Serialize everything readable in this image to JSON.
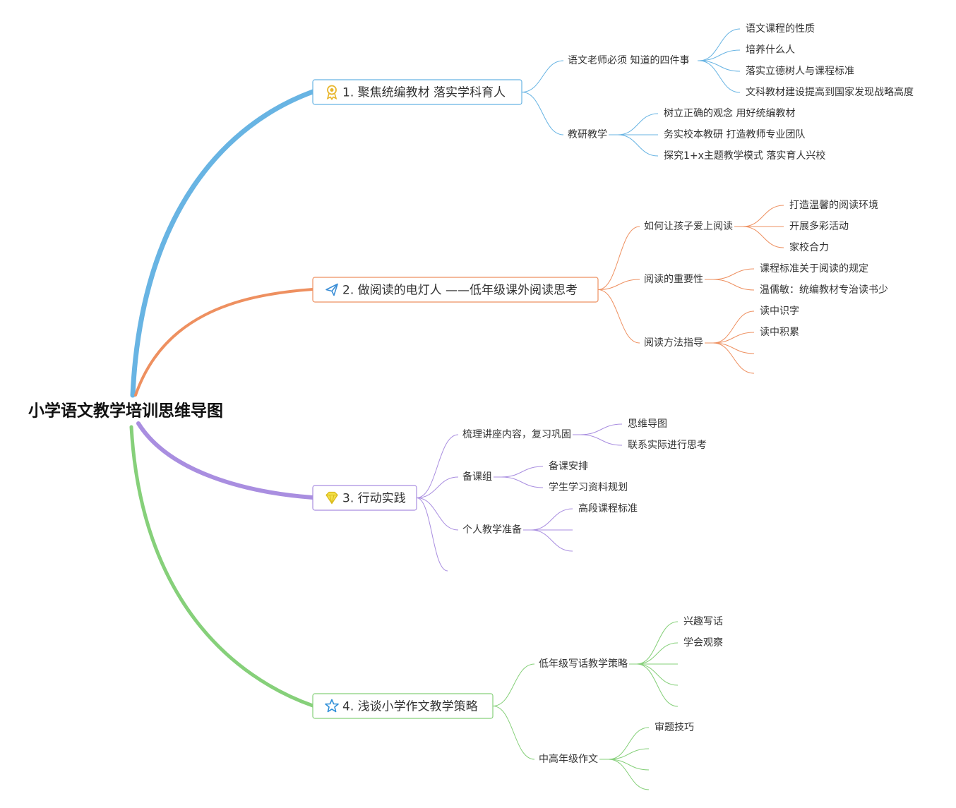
{
  "root": "小学语文教学培训思维导图",
  "branches": [
    {
      "label": "1. 聚焦统编教材 落实学科育人",
      "icon": "ribbon-award-icon",
      "color": "#68b4e3",
      "children": [
        {
          "label": "语文老师必须 知道的四件事",
          "children": [
            "语文课程的性质",
            "培养什么人",
            "落实立德树人与课程标准",
            "文科教材建设提高到国家发现战略高度"
          ]
        },
        {
          "label": "教研教学",
          "children": [
            "树立正确的观念 用好统编教材",
            "务实校本教研 打造教师专业团队",
            "探究1+x主题教学模式 落实育人兴校"
          ]
        }
      ]
    },
    {
      "label": "2. 做阅读的电灯人 ——低年级课外阅读思考",
      "icon": "paper-plane-icon",
      "color": "#ee9060",
      "children": [
        {
          "label": "如何让孩子爱上阅读",
          "children": [
            "打造温馨的阅读环境",
            "开展多彩活动",
            "家校合力"
          ]
        },
        {
          "label": "阅读的重要性",
          "children": [
            "课程标准关于阅读的规定",
            "温儒敏：统编教材专治读书少"
          ]
        },
        {
          "label": "阅读方法指导",
          "children": [
            "读中识字",
            "读中积累",
            "",
            ""
          ]
        }
      ]
    },
    {
      "label": "3. 行动实践",
      "icon": "diamond-icon",
      "color": "#a98ee0",
      "children": [
        {
          "label": "梳理讲座内容，复习巩固",
          "children": [
            "思维导图",
            "联系实际进行思考"
          ]
        },
        {
          "label": "备课组",
          "children": [
            "备课安排",
            "学生学习资料规划"
          ]
        },
        {
          "label": "个人教学准备",
          "children": [
            "高段课程标准",
            "",
            ""
          ]
        },
        {
          "label": "",
          "children": []
        }
      ]
    },
    {
      "label": "4. 浅谈小学作文教学策略",
      "icon": "star-icon",
      "color": "#86d07a",
      "children": [
        {
          "label": "低年级写话教学策略",
          "children": [
            "兴趣写话",
            "学会观察",
            "",
            "",
            ""
          ]
        },
        {
          "label": "中高年级作文",
          "children": [
            "审题技巧",
            "",
            "",
            ""
          ]
        }
      ]
    }
  ]
}
